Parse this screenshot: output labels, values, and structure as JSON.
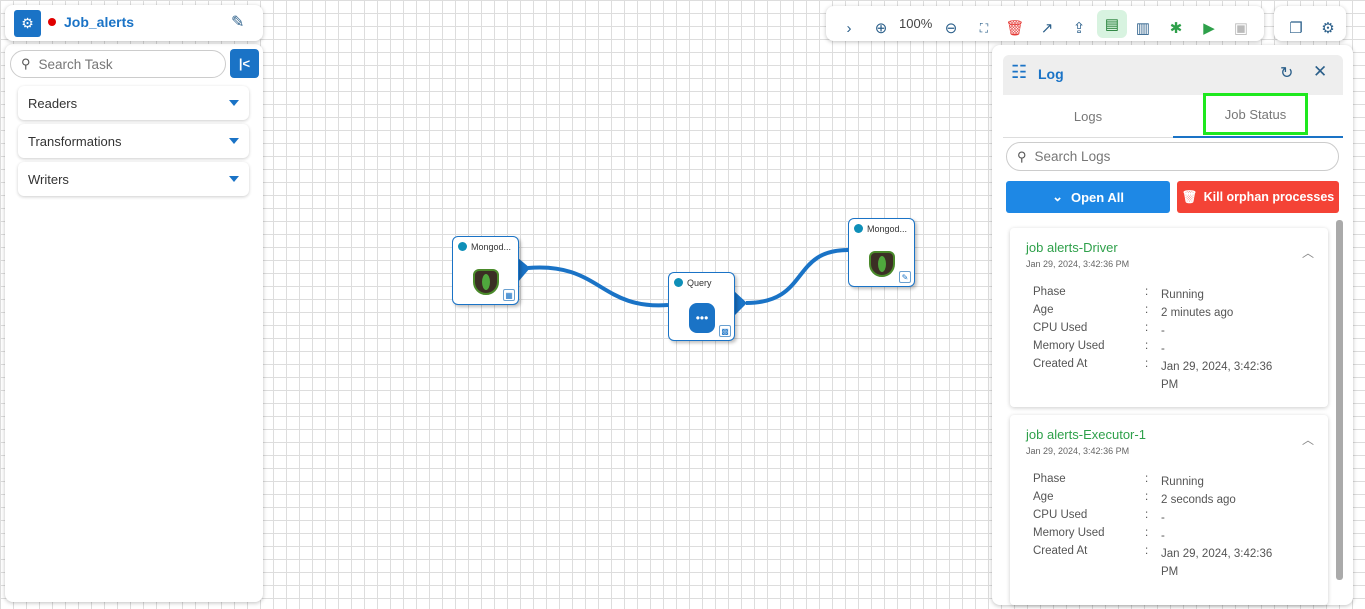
{
  "header": {
    "title": "Job_alerts",
    "status_color": "#e00000"
  },
  "sidebar": {
    "search_placeholder": "Search Task",
    "groups": [
      {
        "label": "Readers"
      },
      {
        "label": "Transformations"
      },
      {
        "label": "Writers"
      }
    ]
  },
  "toolbar": {
    "zoom": "100%"
  },
  "nodes": [
    {
      "label": "Mongod..."
    },
    {
      "label": "Query"
    },
    {
      "label": "Mongod..."
    }
  ],
  "log": {
    "title": "Log",
    "tabs": [
      {
        "label": "Logs"
      },
      {
        "label": "Job Status",
        "active": true
      }
    ],
    "search_placeholder": "Search Logs",
    "open_all": "Open All",
    "kill": "Kill orphan processes",
    "jobs": [
      {
        "name": "job alerts-Driver",
        "date": "Jan 29, 2024, 3:42:36 PM",
        "fields": [
          {
            "k": "Phase",
            "v": "Running"
          },
          {
            "k": "Age",
            "v": "2 minutes ago"
          },
          {
            "k": "CPU Used",
            "v": "-"
          },
          {
            "k": "Memory Used",
            "v": "-"
          },
          {
            "k": "Created At",
            "v": "Jan 29, 2024, 3:42:36 PM"
          }
        ]
      },
      {
        "name": "job alerts-Executor-1",
        "date": "Jan 29, 2024, 3:42:36 PM",
        "fields": [
          {
            "k": "Phase",
            "v": "Running"
          },
          {
            "k": "Age",
            "v": "2 seconds ago"
          },
          {
            "k": "CPU Used",
            "v": "-"
          },
          {
            "k": "Memory Used",
            "v": "-"
          },
          {
            "k": "Created At",
            "v": "Jan 29, 2024, 3:42:36 PM"
          }
        ]
      }
    ]
  },
  "colon": ":"
}
